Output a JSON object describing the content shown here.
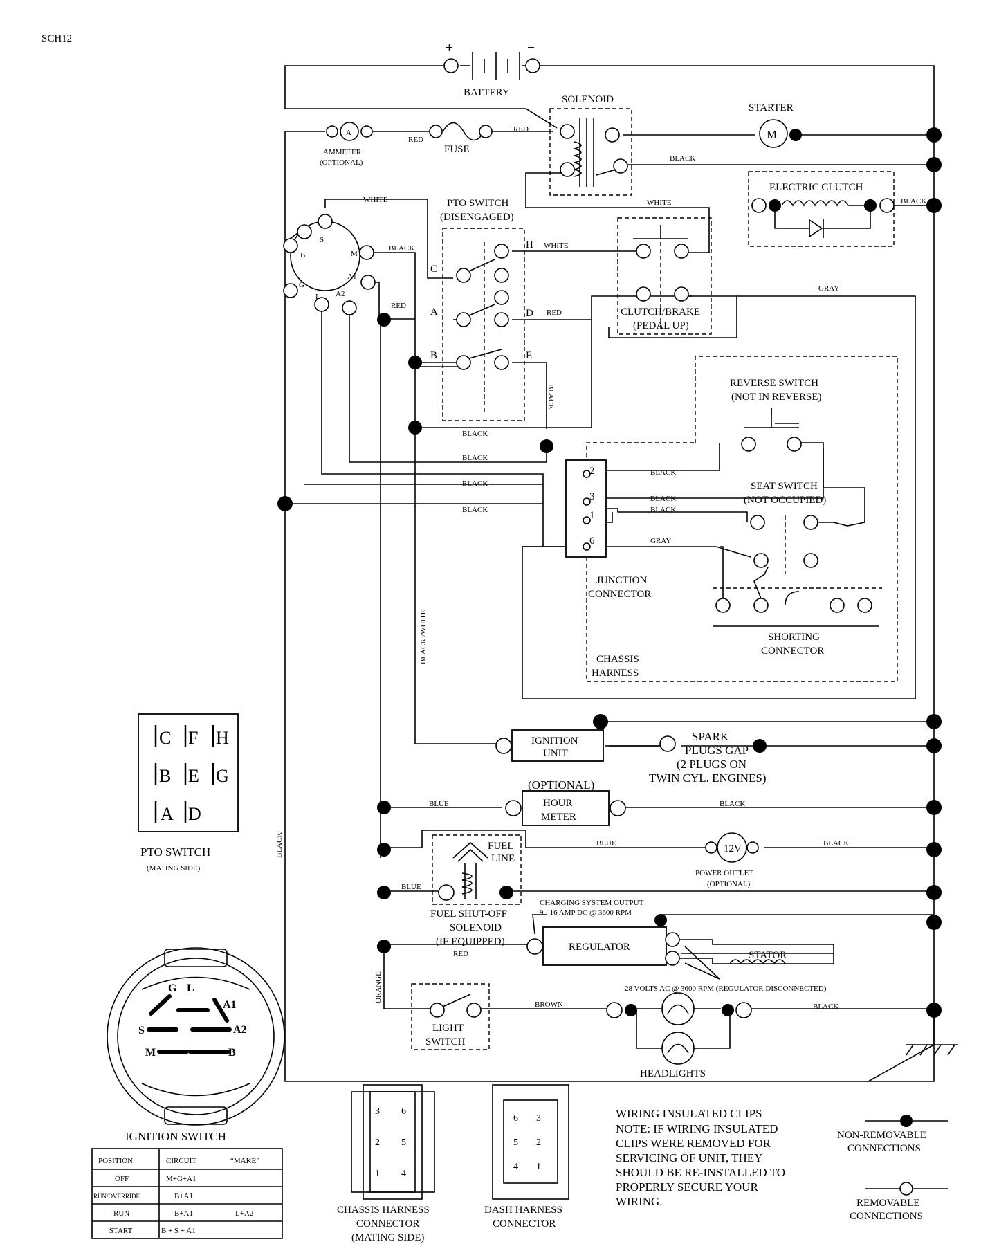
{
  "page_id": "SCH12",
  "components": {
    "battery": "BATTERY",
    "battery_plus": "+",
    "battery_minus": "−",
    "solenoid": "SOLENOID",
    "starter": "STARTER",
    "starter_m": "M",
    "ammeter_a": "A",
    "ammeter_l1": "AMMETER",
    "ammeter_l2": "(OPTIONAL)",
    "fuse": "FUSE",
    "electric_clutch": "ELECTRIC CLUTCH",
    "pto_switch_l1": "PTO SWITCH",
    "pto_switch_l2": "(DISENGAGED)",
    "clutch_brake_l1": "CLUTCH/BRAKE",
    "clutch_brake_l2": "(PEDAL UP)",
    "reverse_l1": "REVERSE SWITCH",
    "reverse_l2": "(NOT IN REVERSE)",
    "seat_l1": "SEAT SWITCH",
    "seat_l2": "(NOT OCCUPIED)",
    "junction_l1": "JUNCTION",
    "junction_l2": "CONNECTOR",
    "shorting_l1": "SHORTING",
    "shorting_l2": "CONNECTOR",
    "chassis_l1": "CHASSIS",
    "chassis_l2": "HARNESS",
    "ignition_unit_l1": "IGNITION",
    "ignition_unit_l2": "UNIT",
    "spark_l1": "SPARK",
    "spark_l2": "PLUGS GAP",
    "spark_l3": "(2 PLUGS ON",
    "spark_l4": "TWIN CYL. ENGINES)",
    "hour_opt": "(OPTIONAL)",
    "hour_l1": "HOUR",
    "hour_l2": "METER",
    "fuel_line_l1": "FUEL",
    "fuel_line_l2": "LINE",
    "power_12v": "12V",
    "power_l1": "POWER OUTLET",
    "power_l2": "(OPTIONAL)",
    "fuel_sol_l1": "FUEL SHUT-OFF",
    "fuel_sol_l2": "SOLENOID",
    "fuel_sol_l3": "(IF EQUIPPED)",
    "charging_l1": "CHARGING SYSTEM OUTPUT",
    "charging_l2": "9 - 16 AMP DC @ 3600 RPM",
    "regulator": "REGULATOR",
    "stator": "STATOR",
    "ac_note": "28 VOLTS AC @ 3600 RPM (REGULATOR DISCONNECTED)",
    "light_l1": "LIGHT",
    "light_l2": "SWITCH",
    "headlights": "HEADLIGHTS"
  },
  "pto_terminals": [
    "C",
    "H",
    "A",
    "D",
    "B",
    "E"
  ],
  "ignition_terminals": [
    "S",
    "M",
    "B",
    "A1",
    "G",
    "L",
    "A2"
  ],
  "junction_pins": [
    "2",
    "3",
    "1",
    "6"
  ],
  "wire_colors": {
    "red": "RED",
    "black": "BLACK",
    "white": "WHITE",
    "gray": "GRAY",
    "blue": "BLUE",
    "brown": "BROWN",
    "orange": "ORANGE",
    "black_white": "BLACK /WHITE"
  },
  "pto_mating": {
    "pins": [
      "C",
      "F",
      "H",
      "B",
      "E",
      "G",
      "A",
      "D"
    ],
    "title": "PTO SWITCH",
    "subtitle": "(MATING SIDE)"
  },
  "ignition_switch": {
    "pins": [
      "G",
      "L",
      "A1",
      "S",
      "A2",
      "M",
      "B"
    ],
    "title": "IGNITION SWITCH",
    "table": {
      "headers": [
        "POSITION",
        "CIRCUIT",
        "“MAKE”"
      ],
      "rows": [
        [
          "OFF",
          "M+G+A1",
          ""
        ],
        [
          "RUN/OVERRIDE",
          "B+A1",
          ""
        ],
        [
          "RUN",
          "B+A1",
          "L+A2"
        ],
        [
          "START",
          "B + S + A1",
          ""
        ]
      ]
    }
  },
  "chassis_harness": {
    "pins": [
      "3",
      "6",
      "2",
      "5",
      "1",
      "4"
    ],
    "l1": "CHASSIS HARNESS",
    "l2": "CONNECTOR",
    "l3": "(MATING SIDE)"
  },
  "dash_harness": {
    "pins": [
      "6",
      "3",
      "5",
      "2",
      "4",
      "1"
    ],
    "l1": "DASH HARNESS",
    "l2": "CONNECTOR"
  },
  "clips_note": {
    "title": "WIRING INSULATED CLIPS",
    "lines": [
      "NOTE: IF WIRING INSULATED",
      "CLIPS WERE REMOVED FOR",
      "SERVICING OF UNIT, THEY",
      "SHOULD BE RE-INSTALLED TO",
      "PROPERLY SECURE YOUR",
      "WIRING."
    ]
  },
  "legend": {
    "nonremovable_l1": "NON-REMOVABLE",
    "nonremovable_l2": "CONNECTIONS",
    "removable_l1": "REMOVABLE",
    "removable_l2": "CONNECTIONS"
  }
}
